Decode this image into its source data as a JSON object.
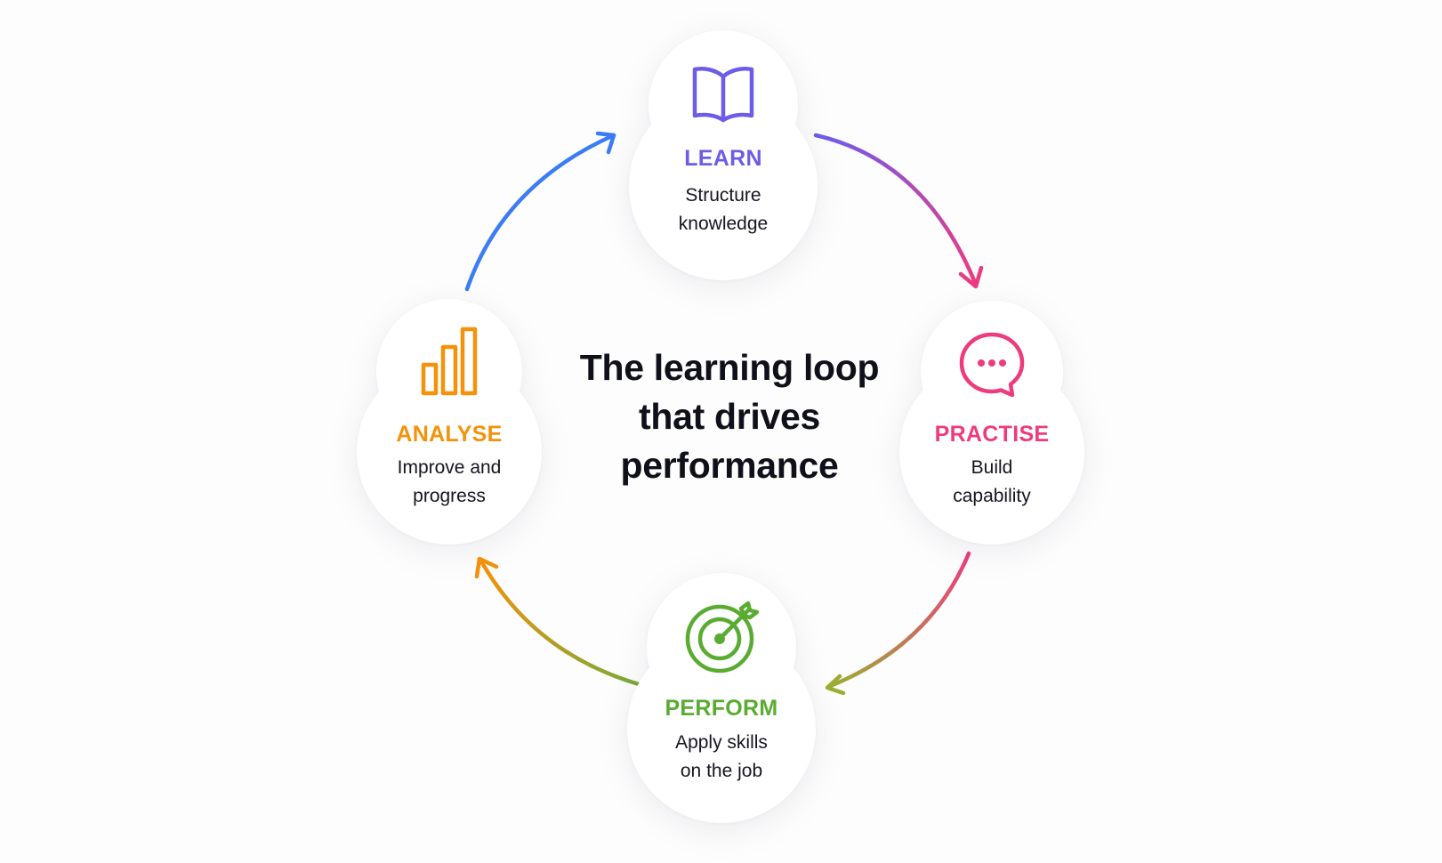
{
  "center": {
    "lines": [
      "The learning loop",
      "that drives",
      "performance"
    ]
  },
  "nodes": [
    {
      "id": "learn",
      "title": "LEARN",
      "desc": [
        "Structure",
        "knowledge"
      ],
      "color": "#6c5ce7",
      "icon": "open-book-icon"
    },
    {
      "id": "practise",
      "title": "PRACTISE",
      "desc": [
        "Build",
        "capability"
      ],
      "color": "#ee3b7e",
      "icon": "chat-bubble-icon"
    },
    {
      "id": "perform",
      "title": "PERFORM",
      "desc": [
        "Apply skills",
        "on the job"
      ],
      "color": "#5aab32",
      "icon": "target-icon"
    },
    {
      "id": "analyse",
      "title": "ANALYSE",
      "desc": [
        "Improve and",
        "progress"
      ],
      "color": "#f5920b",
      "icon": "bar-chart-icon"
    }
  ],
  "arrow_colors": {
    "learn_to_practise": [
      "#6b5cf0",
      "#ee3b7e"
    ],
    "practise_to_perform": [
      "#ee3b7e",
      "#9ab033"
    ],
    "perform_to_analyse": [
      "#7aa93a",
      "#f5920b"
    ],
    "analyse_to_learn": [
      "#3b7cf6",
      "#3b7cf6"
    ]
  }
}
